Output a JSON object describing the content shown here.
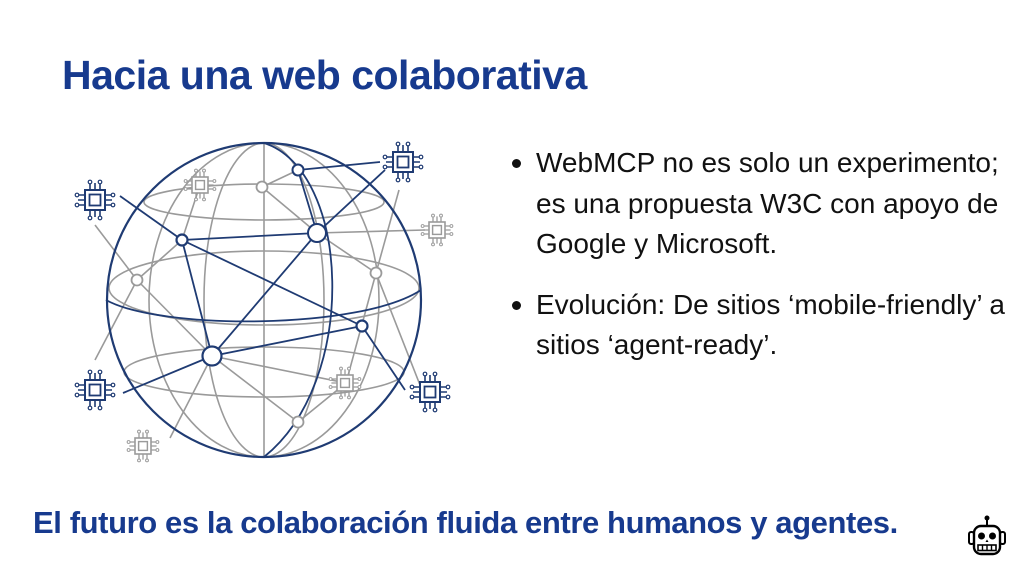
{
  "slide": {
    "title": "Hacia una web colaborativa",
    "bullets": [
      "WebMCP no es solo un experimento; es una propuesta W3C con apoyo de Google y Microsoft.",
      "Evolución: De sitios ‘mobile-friendly’ a sitios ‘agent-ready’."
    ],
    "footer": "El futuro es la colaboración fluida entre humanos y agentes."
  },
  "illustration": {
    "subject": "globe-network-with-chip-icons",
    "colors": {
      "dark": "#1f3b73",
      "light": "#9a9a9a",
      "title": "#173a8e"
    }
  },
  "icons": {
    "corner": "robot-icon"
  }
}
